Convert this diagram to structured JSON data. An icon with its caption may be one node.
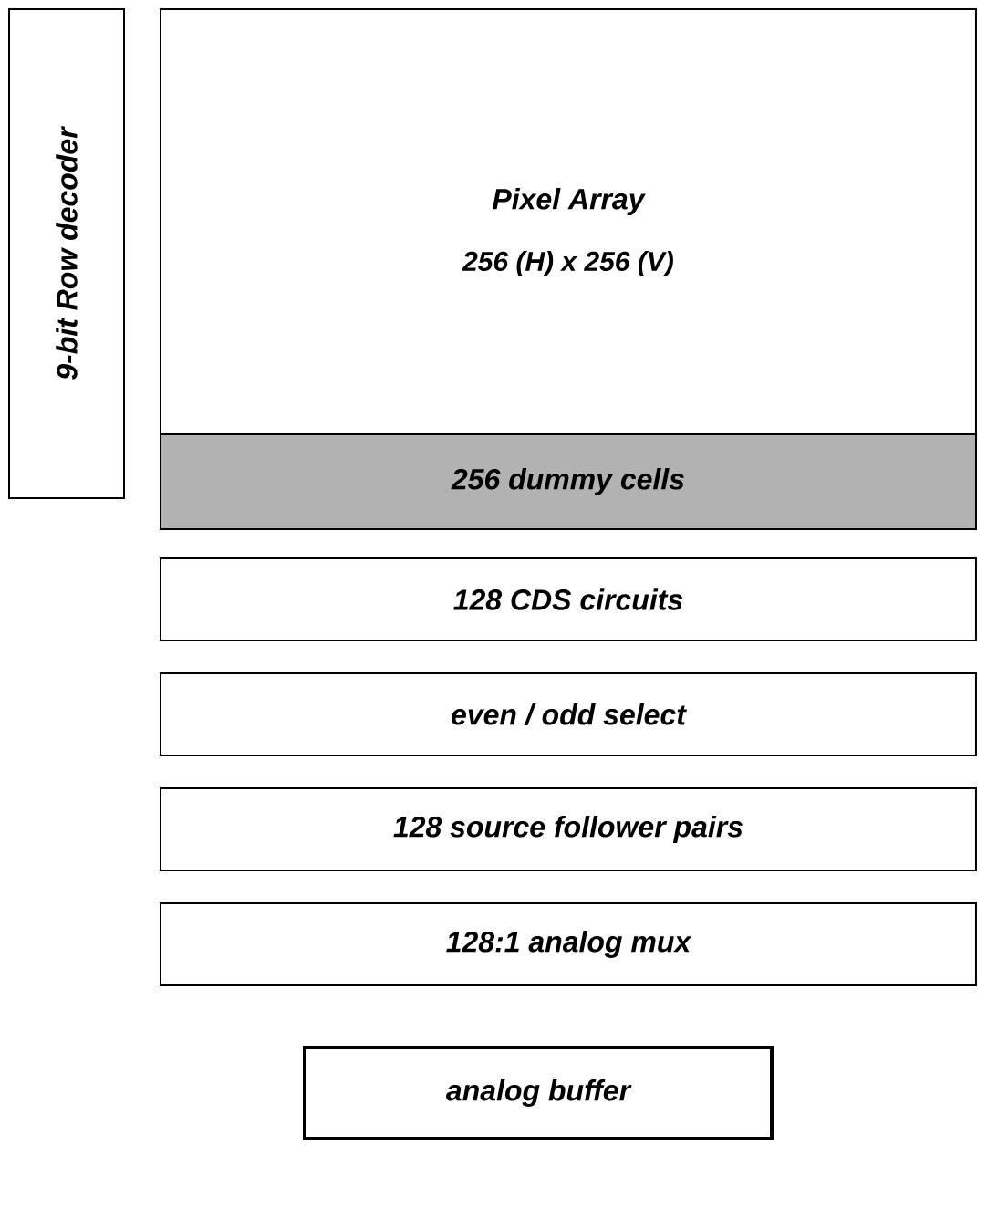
{
  "diagram": {
    "nodes": [
      {
        "text": [
          "9-bit Row decoder"
        ]
      },
      {
        "text": [
          "Pixel Array",
          "256 (H) x 256 (V)"
        ]
      },
      {
        "text": [
          "256 dummy cells"
        ],
        "in": 1
      },
      {
        "text": [
          "128 CDS circuits"
        ]
      },
      {
        "text": [
          "even / odd select"
        ]
      },
      {
        "text": [
          "128 source follower pairs"
        ]
      },
      {
        "text": [
          "128:1 analog mux"
        ]
      },
      {
        "text": [
          "analog buffer"
        ]
      }
    ]
  }
}
